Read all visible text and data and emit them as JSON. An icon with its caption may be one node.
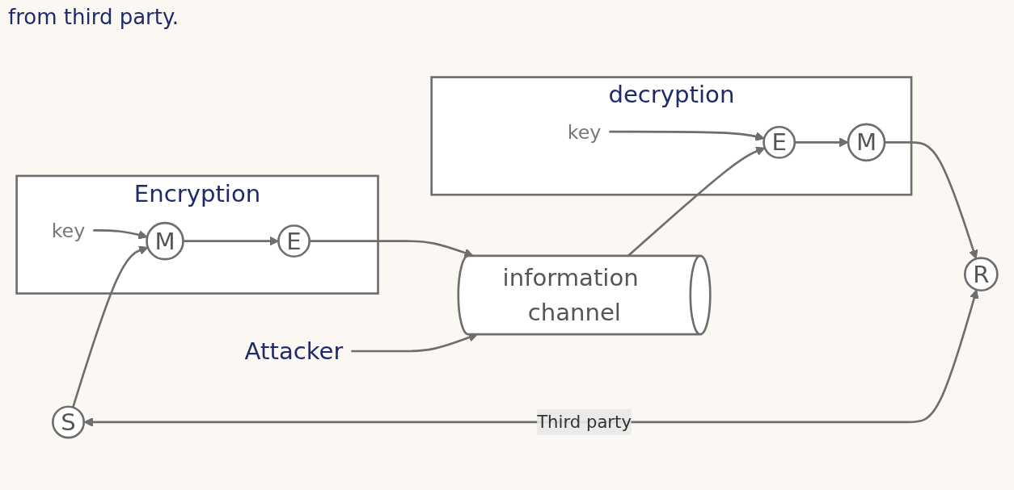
{
  "diagram": {
    "nodes": [
      {
        "text": [
          "S"
        ]
      },
      {
        "text": [
          "Encryption"
        ]
      },
      {
        "text": [
          "M"
        ],
        "in": 1
      },
      {
        "text": [
          "E"
        ],
        "in": 1
      },
      {
        "text": [
          "key"
        ],
        "in": 1
      },
      {
        "text": [
          "Attacker"
        ]
      },
      {
        "text": [
          "information channel"
        ]
      },
      {
        "text": [
          "decryption"
        ]
      },
      {
        "text": [
          "E"
        ],
        "in": 7
      },
      {
        "text": [
          "M"
        ],
        "in": 7
      },
      {
        "text": [
          "key"
        ],
        "in": 7
      },
      {
        "text": [
          "R"
        ]
      }
    ],
    "edges": [
      {
        "from": 0,
        "to": 2,
        "arrow": "to"
      },
      {
        "from": 2,
        "to": 3,
        "arrow": "to"
      },
      {
        "from": 4,
        "to": 2,
        "arrow": "to"
      },
      {
        "from": 3,
        "to": 6,
        "arrow": "to"
      },
      {
        "from": 5,
        "to": 6,
        "arrow": "to"
      },
      {
        "from": 6,
        "to": 8,
        "arrow": "to"
      },
      {
        "from": 10,
        "to": 8,
        "arrow": "to"
      },
      {
        "from": 8,
        "to": 9,
        "arrow": "to"
      },
      {
        "from": 9,
        "to": 11,
        "arrow": "to"
      },
      {
        "from": 0,
        "to": 11,
        "label": "Third party",
        "arrow": "both"
      }
    ],
    "labels": [
      "from third party."
    ]
  }
}
